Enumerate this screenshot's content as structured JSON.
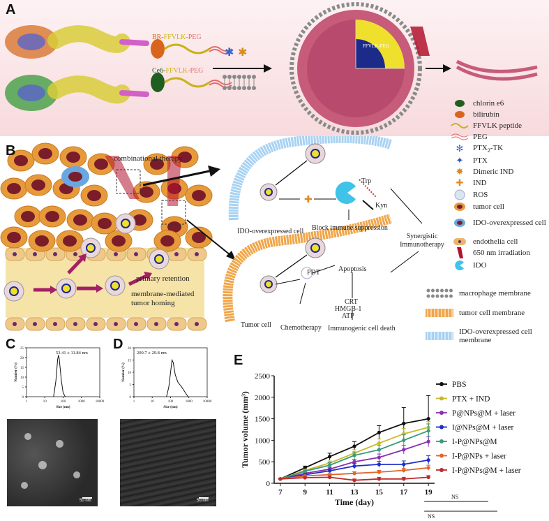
{
  "panels": {
    "a": "A",
    "b": "B",
    "c": "C",
    "d": "D",
    "e": "E"
  },
  "panelA": {
    "br_prefix": "BR-",
    "br_peptide": "FFVLK",
    "br_suffix": "-PEG",
    "ce6_prefix": "Ce6-",
    "ce6_peptide": "FFVLK",
    "ce6_suffix": "-PEG",
    "core_label": "FFVLK-PEG"
  },
  "legend": {
    "items": [
      {
        "label": "chlorin e6",
        "icon": "green-ellipse-icon",
        "color": "#1f5e1f"
      },
      {
        "label": "bilirubin",
        "icon": "orange-ellipse-icon",
        "color": "#d9641c"
      },
      {
        "label": "FFVLK peptide",
        "icon": "yellow-wave-icon",
        "color": "#c9b21a"
      },
      {
        "label": "PEG",
        "icon": "red-wave-icon",
        "color": "#e36a6a"
      },
      {
        "label": "PTX",
        "sub": "2",
        "suffix": "-TK",
        "icon": "blue-snowflake-icon",
        "color": "#3a66c9"
      },
      {
        "label": "PTX",
        "icon": "blue-star-icon",
        "color": "#2b57b8"
      },
      {
        "label": "Dimeric IND",
        "icon": "orange-star-icon",
        "color": "#d98a1c"
      },
      {
        "label": "IND",
        "icon": "orange-cross-icon",
        "color": "#e08a2a"
      },
      {
        "label": "ROS",
        "icon": "ros-bubble-icon",
        "color": "#d8e6f2"
      },
      {
        "label": "tumor cell",
        "icon": "tumor-cell-icon",
        "color": "#7a1c2a"
      },
      {
        "label": "IDO-overexpressed cell",
        "icon": "ido-cell-icon",
        "color": "#6aa7e0"
      },
      {
        "label": "endothelia cell",
        "icon": "endothelial-cell-icon",
        "color": "#e8b66a"
      },
      {
        "label": "650 nm irradiation",
        "icon": "laser-icon",
        "color": "#b2132e"
      },
      {
        "label": "IDO",
        "icon": "ido-pacman-icon",
        "color": "#3fc3e8"
      }
    ],
    "membranes": [
      {
        "label": "macrophage membrane",
        "icon": "macrophage-membrane-icon",
        "color": "#8a8a8a"
      },
      {
        "label": "tumor cell membrane",
        "icon": "tumor-membrane-icon",
        "color": "#f0a64a"
      },
      {
        "label": "IDO-overexpressed cell membrane",
        "icon": "ido-membrane-icon",
        "color": "#a8d2f2"
      }
    ]
  },
  "panelB": {
    "combinational_therapy": "combinational therapy",
    "primary_retention": "primary retention",
    "homing": "membrane-mediated tumor homing",
    "ido_cell": "IDO-overexpressed cell",
    "trp": "Trp",
    "kyn": "Kyn",
    "block": "Block immune suppression",
    "synergistic": "Synergistic Immunotherapy",
    "pdt": "PDT",
    "apoptosis": "Apoptosis",
    "crt": "CRT",
    "hmgb": "HMGB-1",
    "atp": "ATP",
    "tumor_cell": "Tumor cell",
    "chemotherapy": "Chemotherapy",
    "icd": "Immunogenic cell death"
  },
  "panelC": {
    "annotation": "53.41 ± 11.84 nm",
    "ylabel": "Number (%)",
    "xlabel": "Size (nm)",
    "scale": "50 nm",
    "yticks": [
      "0",
      "5",
      "10",
      "15",
      "20",
      "25"
    ],
    "xticks": [
      "1",
      "10",
      "100",
      "1000",
      "10000"
    ]
  },
  "panelD": {
    "annotation": "200.7 ± 29.8 nm",
    "ylabel": "Number (%)",
    "xlabel": "Size (nm)",
    "scale": "50 nm",
    "yticks": [
      "0",
      "5",
      "10",
      "15",
      "20"
    ],
    "xticks": [
      "1",
      "10",
      "100",
      "1000",
      "10000"
    ]
  },
  "chart_data": [
    {
      "type": "line",
      "title": "",
      "xlabel": "Size (nm)",
      "ylabel": "Number (%)",
      "annotation": "53.41 ± 11.84 nm",
      "x_scale": "log",
      "xlim": [
        1,
        10000
      ],
      "ylim": [
        0,
        25
      ],
      "series": [
        {
          "x": [
            30,
            40,
            50,
            55,
            60,
            70,
            80,
            100,
            130
          ],
          "values": [
            0,
            8,
            19,
            21,
            20,
            14,
            8,
            2,
            0
          ]
        }
      ]
    },
    {
      "type": "line",
      "title": "",
      "xlabel": "Size (nm)",
      "ylabel": "Number (%)",
      "annotation": "200.7 ± 29.8 nm",
      "x_scale": "log",
      "xlim": [
        1,
        10000
      ],
      "ylim": [
        0,
        20
      ],
      "series": [
        {
          "x": [
            60,
            80,
            100,
            120,
            140,
            180,
            250,
            400,
            600,
            900
          ],
          "values": [
            0,
            4,
            10,
            15,
            14,
            9,
            6,
            4,
            2,
            0
          ]
        }
      ]
    },
    {
      "type": "line",
      "title": "",
      "xlabel": "Time (day)",
      "ylabel": "Tumor volume (mm³)",
      "ylim": [
        0,
        2500
      ],
      "yticks": [
        0,
        500,
        1000,
        1500,
        2000,
        2500
      ],
      "x": [
        7,
        9,
        11,
        13,
        15,
        17,
        19
      ],
      "legend_position": "top-right",
      "series": [
        {
          "name": "PBS",
          "color": "#111111",
          "values": [
            100,
            360,
            620,
            860,
            1180,
            1390,
            1500
          ],
          "err": [
            10,
            40,
            80,
            110,
            160,
            370,
            540
          ]
        },
        {
          "name": "PTX + IND",
          "color": "#c8b92a",
          "values": [
            100,
            300,
            470,
            700,
            930,
            1150,
            1300
          ],
          "err": [
            10,
            30,
            50,
            80,
            100,
            120,
            140
          ]
        },
        {
          "name": "P@NPs@M + laser",
          "color": "#8a2fb0",
          "values": [
            100,
            230,
            330,
            500,
            600,
            780,
            970
          ],
          "err": [
            10,
            30,
            40,
            60,
            80,
            100,
            120
          ]
        },
        {
          "name": "I@NPs@M + laser",
          "color": "#1c2fc8",
          "values": [
            100,
            200,
            290,
            400,
            440,
            440,
            540
          ],
          "err": [
            10,
            20,
            40,
            60,
            70,
            80,
            100
          ]
        },
        {
          "name": "I-P@NPs@M",
          "color": "#3a9a7a",
          "values": [
            100,
            280,
            420,
            650,
            780,
            1000,
            1220
          ],
          "err": [
            10,
            30,
            60,
            80,
            100,
            130,
            160
          ]
        },
        {
          "name": "I-P@NPs + laser",
          "color": "#e0662a",
          "values": [
            100,
            170,
            200,
            230,
            260,
            300,
            360
          ],
          "err": [
            10,
            20,
            30,
            40,
            40,
            50,
            60
          ]
        },
        {
          "name": "I-P@NPs@M + laser",
          "color": "#c02a2a",
          "values": [
            100,
            130,
            140,
            70,
            100,
            100,
            140
          ],
          "err": [
            10,
            20,
            30,
            30,
            40,
            40,
            40
          ]
        }
      ],
      "annotations": [
        "NS",
        "NS"
      ]
    }
  ]
}
